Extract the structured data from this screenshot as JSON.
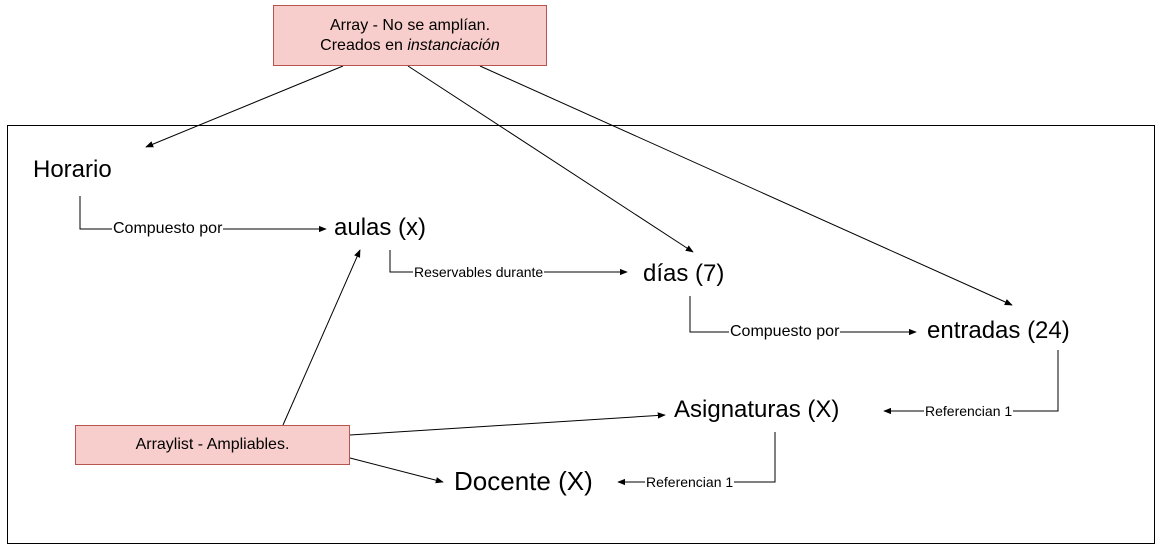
{
  "notes": {
    "array_line1": "Array - No se amplían.",
    "array_line2_prefix": "Creados en ",
    "array_line2_em": "instanciación",
    "arraylist": "Arraylist - Ampliables."
  },
  "nodes": {
    "horario": "Horario",
    "aulas": "aulas (x)",
    "dias": "días (7)",
    "entradas": "entradas (24)",
    "asignaturas": "Asignaturas (X)",
    "docente": "Docente (X)"
  },
  "edge_labels": {
    "horario_aulas": "Compuesto por",
    "aulas_dias": "Reservables durante",
    "dias_entradas": "Compuesto por",
    "entradas_asignaturas": "Referencian 1",
    "asignaturas_docente": "Referencian 1"
  },
  "colors": {
    "note_fill": "#f8cecc",
    "note_stroke": "#b85450"
  }
}
